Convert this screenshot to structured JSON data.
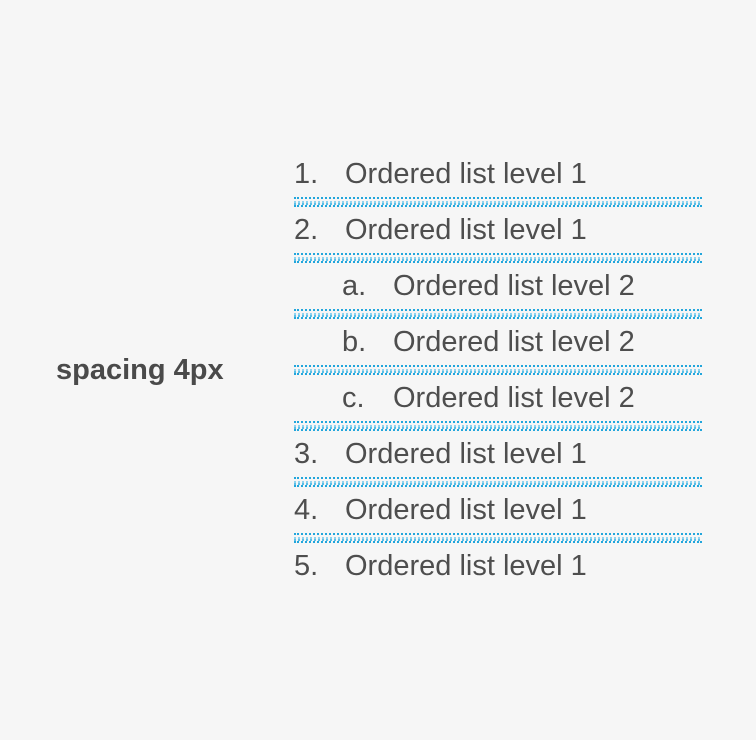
{
  "label": "spacing 4px",
  "items": [
    {
      "marker": "1.",
      "text": "Ordered list level 1",
      "level": 1
    },
    {
      "marker": "2.",
      "text": "Ordered list level 1",
      "level": 1
    },
    {
      "marker": "a.",
      "text": "Ordered list level 2",
      "level": 2
    },
    {
      "marker": "b.",
      "text": "Ordered list level 2",
      "level": 2
    },
    {
      "marker": "c.",
      "text": "Ordered list level 2",
      "level": 2
    },
    {
      "marker": "3.",
      "text": "Ordered list level 1",
      "level": 1
    },
    {
      "marker": "4.",
      "text": "Ordered list level 1",
      "level": 1
    },
    {
      "marker": "5.",
      "text": "Ordered list level 1",
      "level": 1
    }
  ],
  "colors": {
    "background": "#f6f6f6",
    "text": "#4e4e4e",
    "spacer": "#22a6dc"
  }
}
